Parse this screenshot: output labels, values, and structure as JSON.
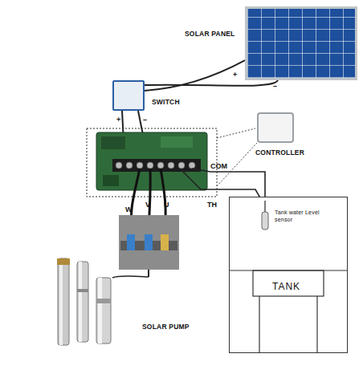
{
  "diagram": {
    "nodes": [
      {
        "text": [
          "SOLAR PANEL"
        ]
      },
      {
        "text": [
          "SWITCH"
        ]
      },
      {
        "text": [
          "CONTROLLER"
        ]
      },
      {
        "text": [
          "TANK"
        ]
      },
      {
        "text": [
          "Tank water Level sensor"
        ],
        "in": 3
      },
      {
        "text": [
          "SOLAR PUMP"
        ]
      }
    ],
    "edges": [
      {
        "from": 0,
        "to": 1,
        "arrow": "none"
      }
    ],
    "labels": [
      "+",
      "–",
      "+",
      "–",
      "COM",
      "W",
      "V",
      "U",
      "TH"
    ]
  }
}
